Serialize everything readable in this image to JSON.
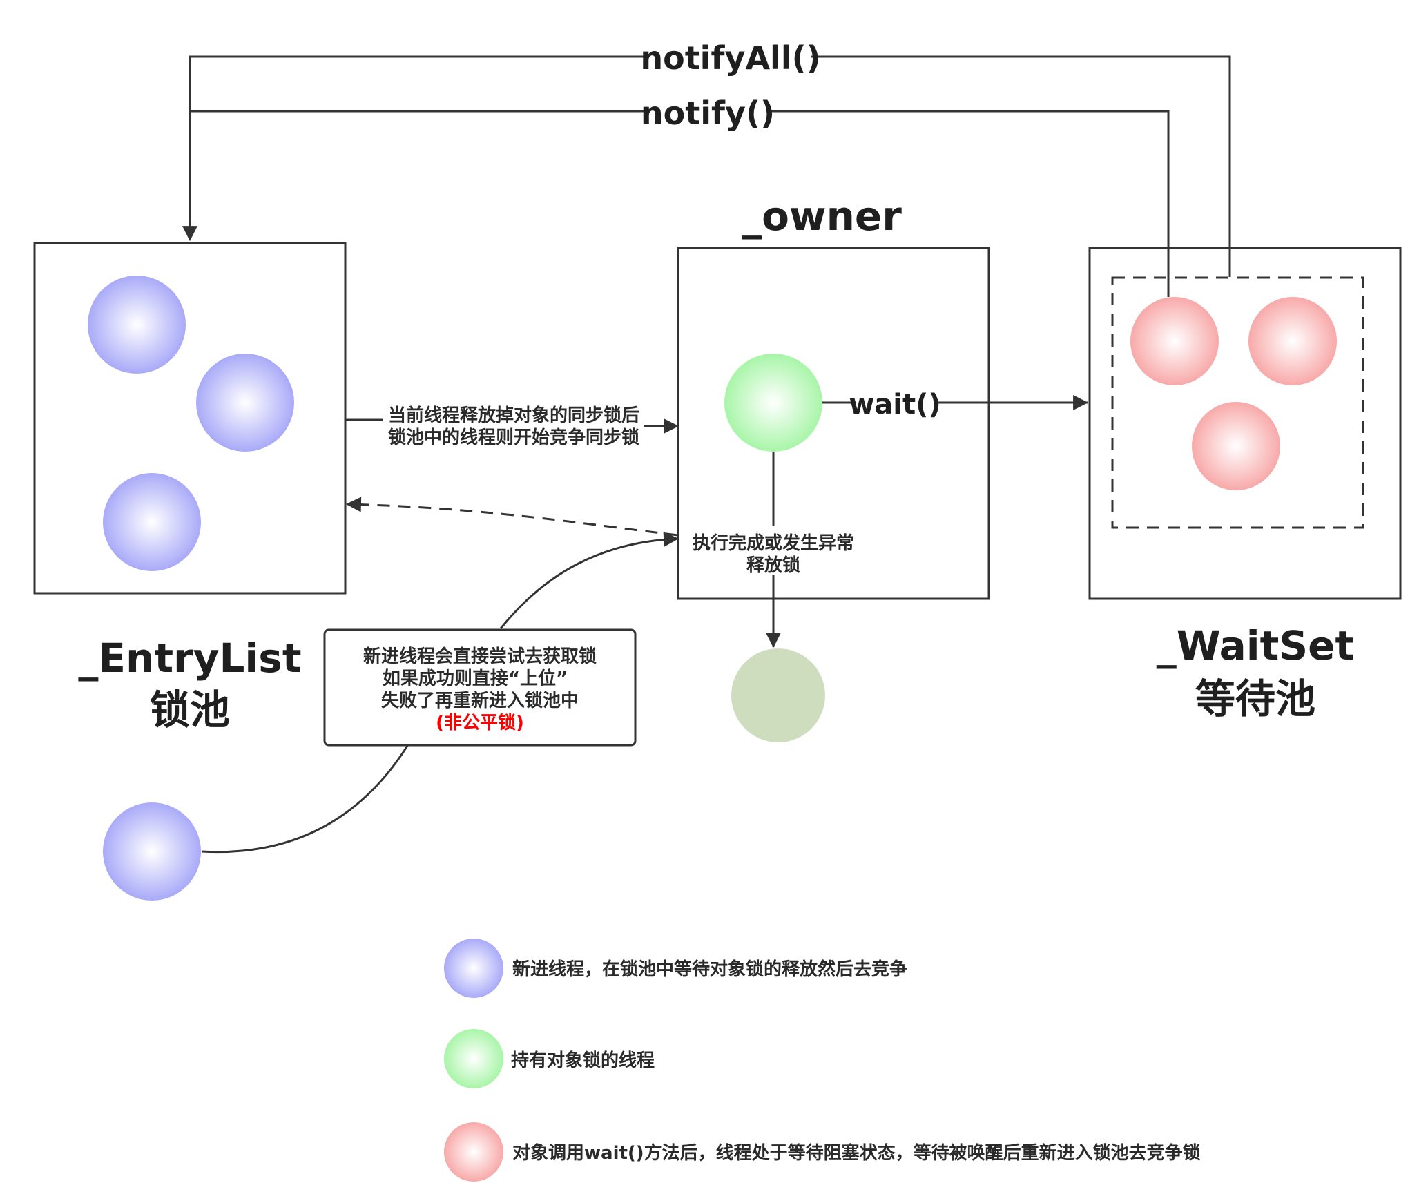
{
  "signals": {
    "notify_all": "notifyAll()",
    "notify": "notify()",
    "wait": "wait()"
  },
  "containers": {
    "entry_list": {
      "name": "_EntryList",
      "subtitle": "锁池"
    },
    "owner": {
      "name": "_owner"
    },
    "wait_set": {
      "name": "_WaitSet",
      "subtitle": "等待池"
    }
  },
  "annotations": {
    "release_to_entry": {
      "line1": "当前线程释放掉对象的同步锁后",
      "line2": "锁池中的线程则开始竞争同步锁"
    },
    "finish_release": {
      "line1": "执行完成或发生异常",
      "line2": "释放锁"
    },
    "new_thread_box": {
      "line1": "新进线程会直接尝试去获取锁",
      "line2": "如果成功则直接“上位”",
      "line3": "失败了再重新进入锁池中",
      "line4": "(非公平锁)"
    }
  },
  "legend": [
    {
      "color": "blue",
      "text": "新进线程，在锁池中等待对象锁的释放然后去竞争"
    },
    {
      "color": "green",
      "text": "持有对象锁的线程"
    },
    {
      "color": "red",
      "text": "对象调用wait()方法后，线程处于等待阻塞状态，等待被唤醒后重新进入锁池去竞争锁"
    }
  ],
  "colors": {
    "line": "#333333",
    "blue_thread": "#a9aaf8",
    "green_thread": "#a8f5a8",
    "red_thread": "#f8a9a9",
    "released_thread": "#cfddbf",
    "highlight_text": "#ff0000"
  }
}
